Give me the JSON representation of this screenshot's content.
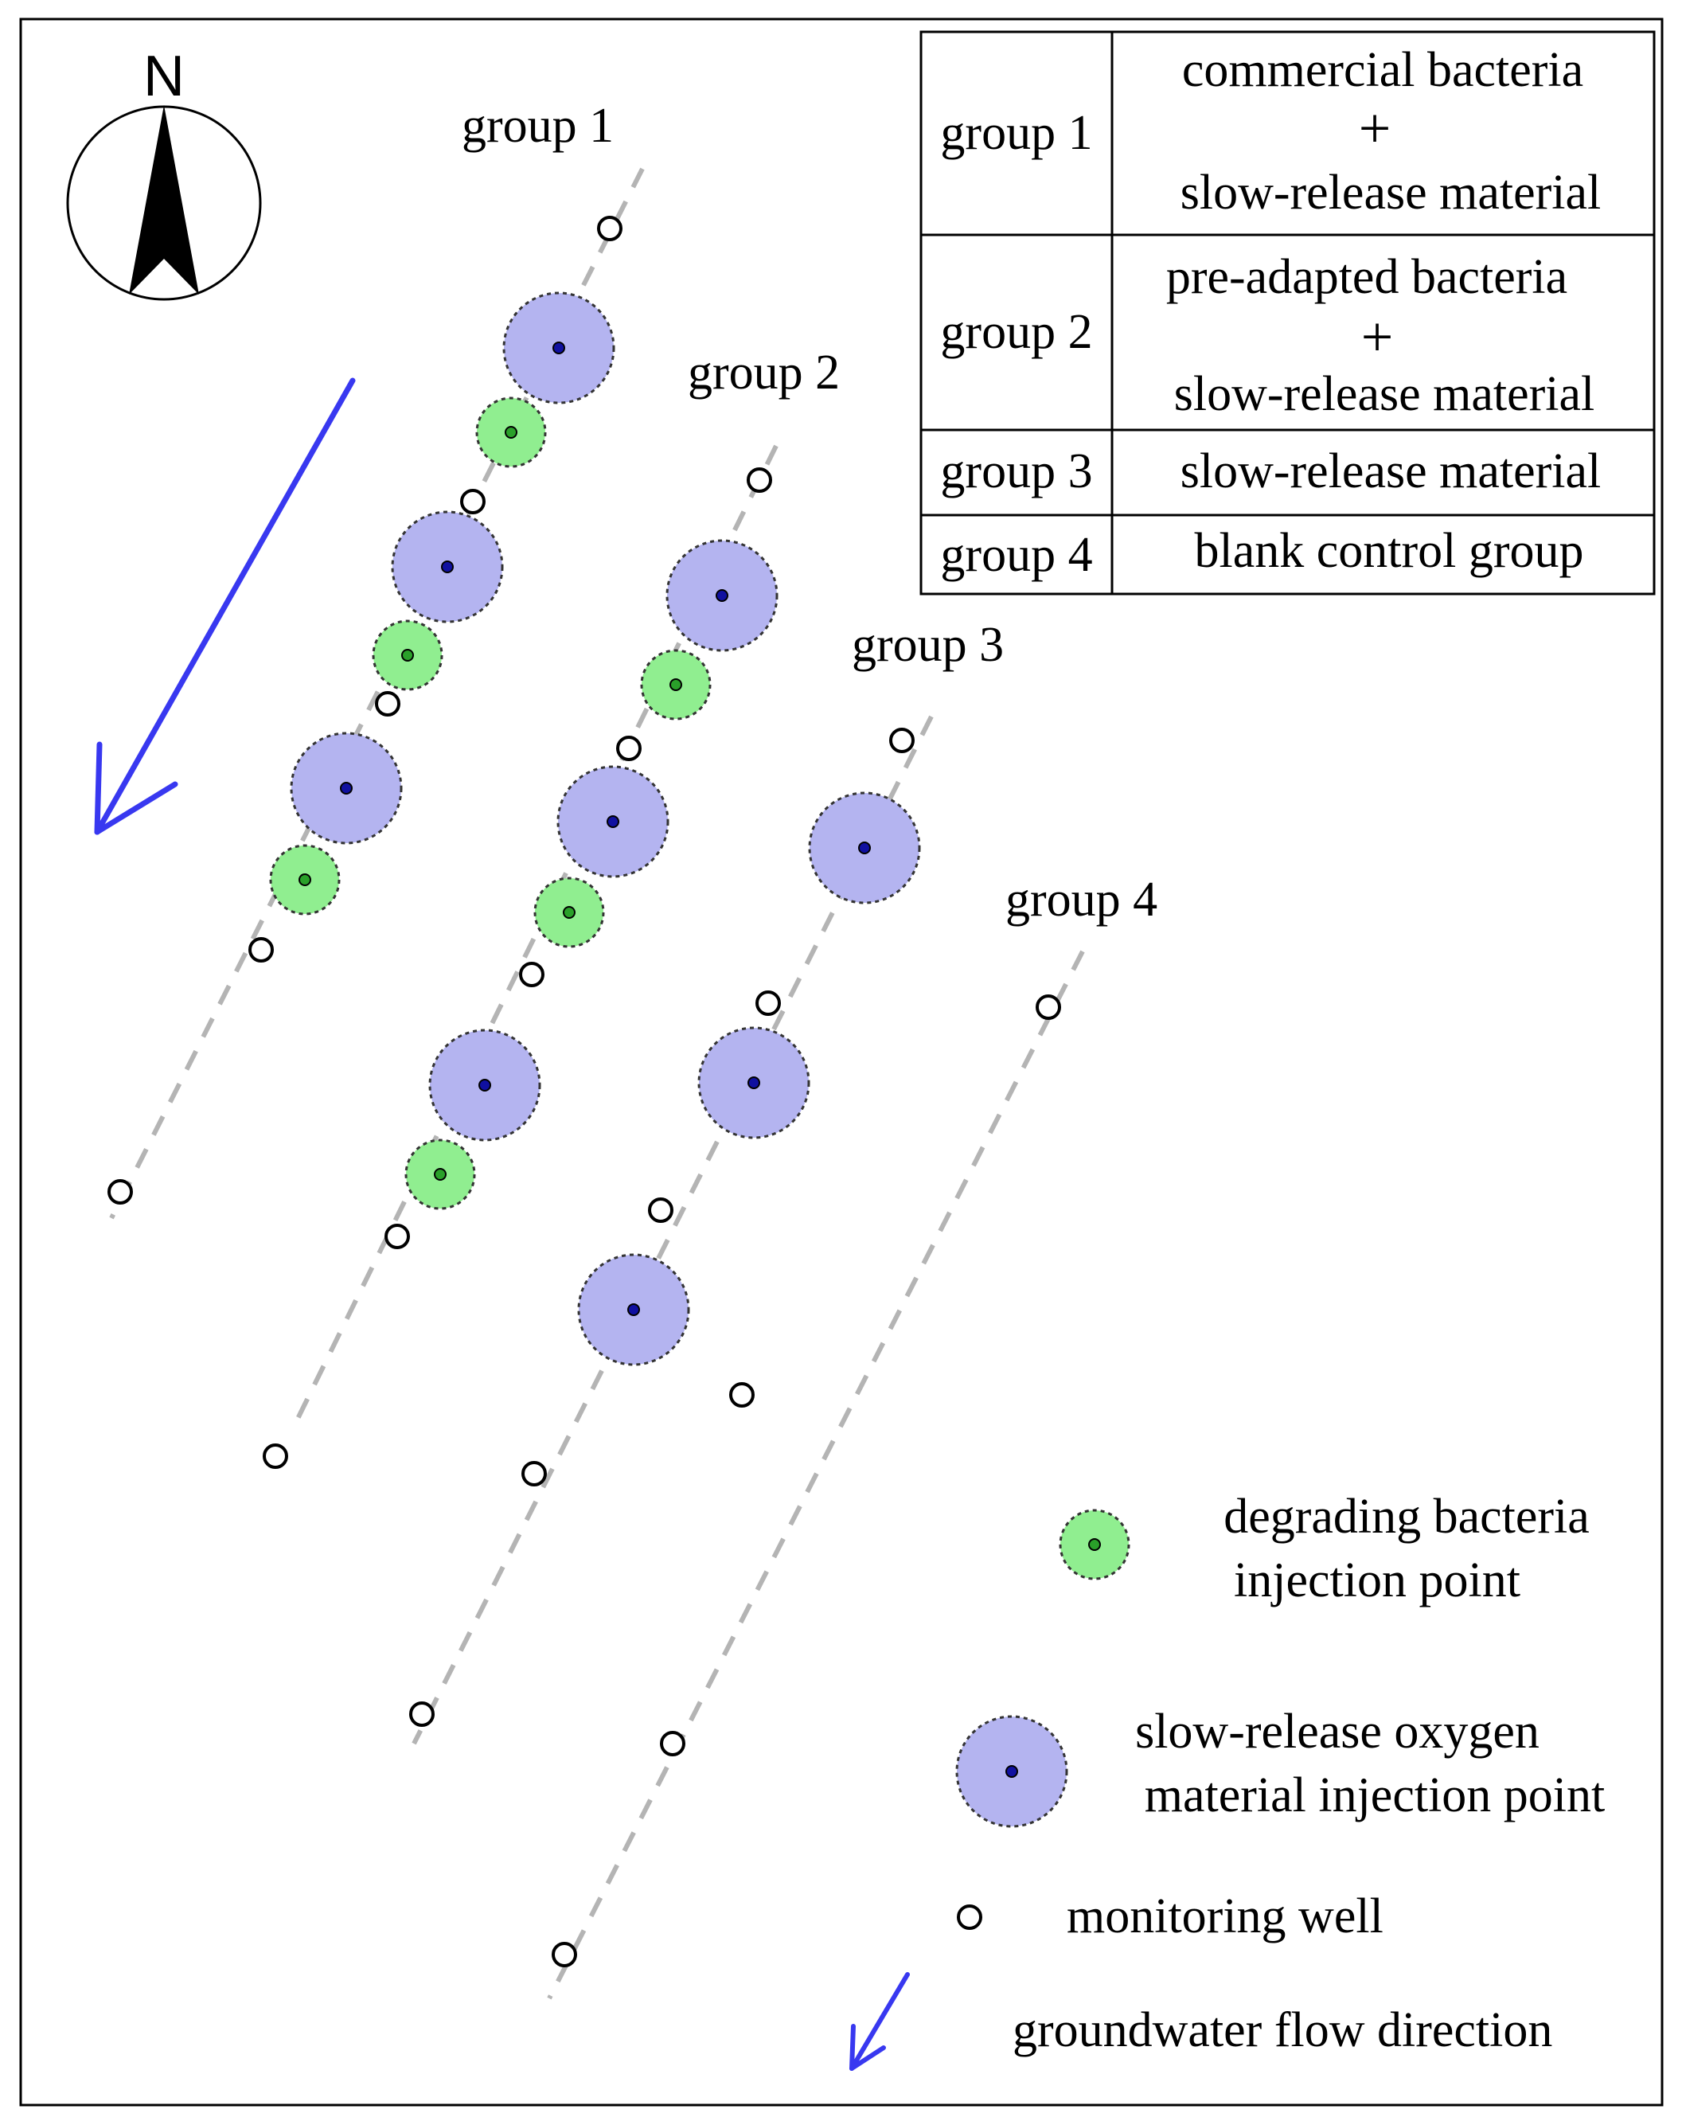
{
  "compass": {
    "north_label": "N"
  },
  "groups": [
    {
      "label": "group 1"
    },
    {
      "label": "group 2"
    },
    {
      "label": "group 3"
    },
    {
      "label": "group 4"
    }
  ],
  "table": {
    "rows": [
      {
        "group": "group 1",
        "lines": [
          "commercial bacteria",
          "+",
          "slow-release material"
        ]
      },
      {
        "group": "group 2",
        "lines": [
          "pre-adapted bacteria",
          "+",
          "slow-release material"
        ]
      },
      {
        "group": "group 3",
        "lines": [
          "slow-release material"
        ]
      },
      {
        "group": "group 4",
        "lines": [
          "blank control group"
        ]
      }
    ]
  },
  "legend": {
    "bacteria_injection": [
      "degrading bacteria",
      "injection point"
    ],
    "oxygen_injection": [
      "slow-release oxygen",
      "material injection point"
    ],
    "monitoring_well": "monitoring well",
    "flow_direction": "groundwater flow direction"
  },
  "colors": {
    "bacteria_fill": "#90ee90",
    "oxygen_fill": "#b4b4f0",
    "arrow": "#3838f0",
    "line": "#b4b4b4",
    "border": "#000000"
  }
}
